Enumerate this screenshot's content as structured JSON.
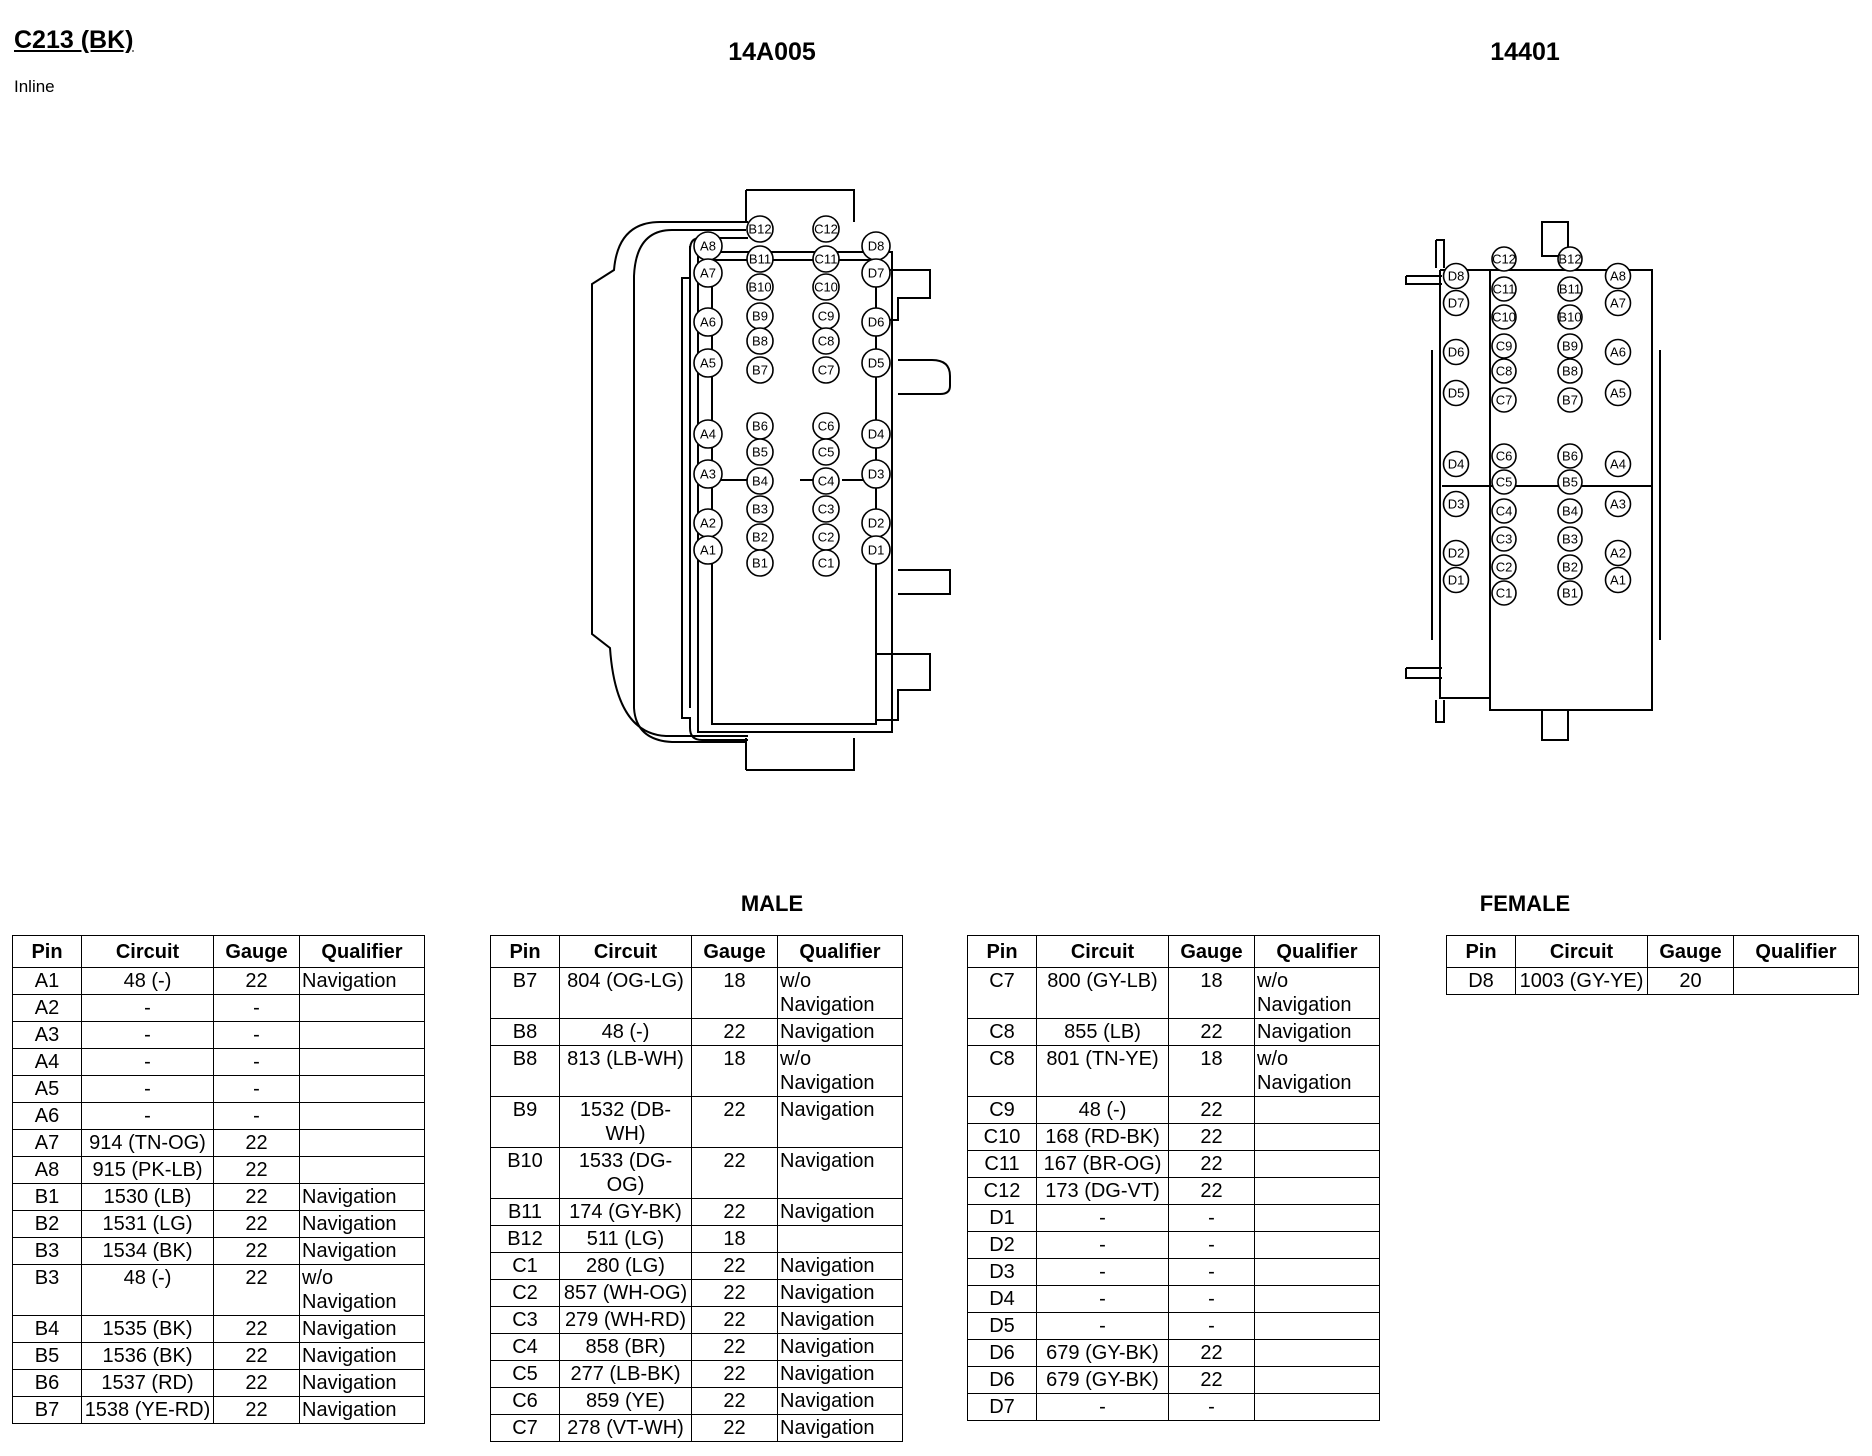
{
  "connector": {
    "title": "C213 (BK)",
    "subtitle": "Inline"
  },
  "views": {
    "male_part": "14A005",
    "female_part": "14401",
    "male_label": "MALE",
    "female_label": "FEMALE"
  },
  "table_headers": {
    "pin": "Pin",
    "circuit": "Circuit",
    "gauge": "Gauge",
    "qualifier": "Qualifier"
  },
  "male_pins": {
    "A": [
      "A8",
      "A7",
      "A6",
      "A5",
      "A4",
      "A3",
      "A2",
      "A1"
    ],
    "B": [
      "B12",
      "B11",
      "B10",
      "B9",
      "B8",
      "B7",
      "B6",
      "B5",
      "B4",
      "B3",
      "B2",
      "B1"
    ],
    "C": [
      "C12",
      "C11",
      "C10",
      "C9",
      "C8",
      "C7",
      "C6",
      "C5",
      "C4",
      "C3",
      "C2",
      "C1"
    ],
    "D": [
      "D8",
      "D7",
      "D6",
      "D5",
      "D4",
      "D3",
      "D2",
      "D1"
    ]
  },
  "tables": [
    {
      "rows": [
        {
          "pin": "A1",
          "circuit": "48 (-)",
          "gauge": "22",
          "qualifier": "Navigation"
        },
        {
          "pin": "A2",
          "circuit": "-",
          "gauge": "-",
          "qualifier": ""
        },
        {
          "pin": "A3",
          "circuit": "-",
          "gauge": "-",
          "qualifier": ""
        },
        {
          "pin": "A4",
          "circuit": "-",
          "gauge": "-",
          "qualifier": ""
        },
        {
          "pin": "A5",
          "circuit": "-",
          "gauge": "-",
          "qualifier": ""
        },
        {
          "pin": "A6",
          "circuit": "-",
          "gauge": "-",
          "qualifier": ""
        },
        {
          "pin": "A7",
          "circuit": "914 (TN-OG)",
          "gauge": "22",
          "qualifier": ""
        },
        {
          "pin": "A8",
          "circuit": "915 (PK-LB)",
          "gauge": "22",
          "qualifier": ""
        },
        {
          "pin": "B1",
          "circuit": "1530 (LB)",
          "gauge": "22",
          "qualifier": "Navigation"
        },
        {
          "pin": "B2",
          "circuit": "1531 (LG)",
          "gauge": "22",
          "qualifier": "Navigation"
        },
        {
          "pin": "B3",
          "circuit": "1534 (BK)",
          "gauge": "22",
          "qualifier": "Navigation"
        },
        {
          "pin": "B3",
          "circuit": "48 (-)",
          "gauge": "22",
          "qualifier": "w/o Navigation"
        },
        {
          "pin": "B4",
          "circuit": "1535 (BK)",
          "gauge": "22",
          "qualifier": "Navigation"
        },
        {
          "pin": "B5",
          "circuit": "1536 (BK)",
          "gauge": "22",
          "qualifier": "Navigation"
        },
        {
          "pin": "B6",
          "circuit": "1537 (RD)",
          "gauge": "22",
          "qualifier": "Navigation"
        },
        {
          "pin": "B7",
          "circuit": "1538 (YE-RD)",
          "gauge": "22",
          "qualifier": "Navigation"
        }
      ]
    },
    {
      "rows": [
        {
          "pin": "B7",
          "circuit": "804 (OG-LG)",
          "gauge": "18",
          "qualifier": "w/o Navigation"
        },
        {
          "pin": "B8",
          "circuit": "48 (-)",
          "gauge": "22",
          "qualifier": "Navigation"
        },
        {
          "pin": "B8",
          "circuit": "813 (LB-WH)",
          "gauge": "18",
          "qualifier": "w/o Navigation"
        },
        {
          "pin": "B9",
          "circuit": "1532 (DB-WH)",
          "gauge": "22",
          "qualifier": "Navigation"
        },
        {
          "pin": "B10",
          "circuit": "1533 (DG-OG)",
          "gauge": "22",
          "qualifier": "Navigation"
        },
        {
          "pin": "B11",
          "circuit": "174 (GY-BK)",
          "gauge": "22",
          "qualifier": "Navigation"
        },
        {
          "pin": "B12",
          "circuit": "511 (LG)",
          "gauge": "18",
          "qualifier": ""
        },
        {
          "pin": "C1",
          "circuit": "280 (LG)",
          "gauge": "22",
          "qualifier": "Navigation"
        },
        {
          "pin": "C2",
          "circuit": "857 (WH-OG)",
          "gauge": "22",
          "qualifier": "Navigation"
        },
        {
          "pin": "C3",
          "circuit": "279 (WH-RD)",
          "gauge": "22",
          "qualifier": "Navigation"
        },
        {
          "pin": "C4",
          "circuit": "858 (BR)",
          "gauge": "22",
          "qualifier": "Navigation"
        },
        {
          "pin": "C5",
          "circuit": "277 (LB-BK)",
          "gauge": "22",
          "qualifier": "Navigation"
        },
        {
          "pin": "C6",
          "circuit": "859 (YE)",
          "gauge": "22",
          "qualifier": "Navigation"
        },
        {
          "pin": "C7",
          "circuit": "278 (VT-WH)",
          "gauge": "22",
          "qualifier": "Navigation"
        }
      ]
    },
    {
      "rows": [
        {
          "pin": "C7",
          "circuit": "800 (GY-LB)",
          "gauge": "18",
          "qualifier": "w/o Navigation"
        },
        {
          "pin": "C8",
          "circuit": "855 (LB)",
          "gauge": "22",
          "qualifier": "Navigation"
        },
        {
          "pin": "C8",
          "circuit": "801 (TN-YE)",
          "gauge": "18",
          "qualifier": "w/o Navigation"
        },
        {
          "pin": "C9",
          "circuit": "48 (-)",
          "gauge": "22",
          "qualifier": ""
        },
        {
          "pin": "C10",
          "circuit": "168 (RD-BK)",
          "gauge": "22",
          "qualifier": ""
        },
        {
          "pin": "C11",
          "circuit": "167 (BR-OG)",
          "gauge": "22",
          "qualifier": ""
        },
        {
          "pin": "C12",
          "circuit": "173 (DG-VT)",
          "gauge": "22",
          "qualifier": ""
        },
        {
          "pin": "D1",
          "circuit": "-",
          "gauge": "-",
          "qualifier": ""
        },
        {
          "pin": "D2",
          "circuit": "-",
          "gauge": "-",
          "qualifier": ""
        },
        {
          "pin": "D3",
          "circuit": "-",
          "gauge": "-",
          "qualifier": ""
        },
        {
          "pin": "D4",
          "circuit": "-",
          "gauge": "-",
          "qualifier": ""
        },
        {
          "pin": "D5",
          "circuit": "-",
          "gauge": "-",
          "qualifier": ""
        },
        {
          "pin": "D6",
          "circuit": "679 (GY-BK)",
          "gauge": "22",
          "qualifier": ""
        },
        {
          "pin": "D6",
          "circuit": "679 (GY-BK)",
          "gauge": "22",
          "qualifier": ""
        },
        {
          "pin": "D7",
          "circuit": "-",
          "gauge": "-",
          "qualifier": ""
        }
      ]
    },
    {
      "rows": [
        {
          "pin": "D8",
          "circuit": "1003 (GY-YE)",
          "gauge": "20",
          "qualifier": ""
        }
      ]
    }
  ]
}
